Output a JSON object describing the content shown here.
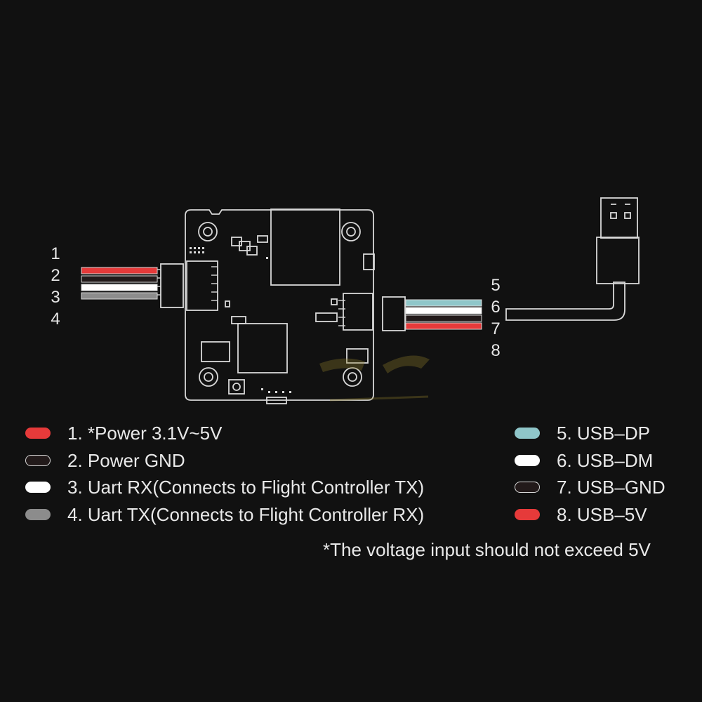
{
  "colors": {
    "background": "#111111",
    "outline": "#d8d8d8",
    "red": "#e63a3a",
    "black": "#221a1a",
    "white": "#ffffff",
    "gray": "#8c8c8c",
    "cyan": "#8fc6c9"
  },
  "left_pins": [
    "1",
    "2",
    "3",
    "4"
  ],
  "right_pins": [
    "5",
    "6",
    "7",
    "8"
  ],
  "legend_left": [
    {
      "label": "1. *Power 3.1V~5V",
      "color": "#e63a3a"
    },
    {
      "label": "2. Power GND",
      "color": "#221a1a"
    },
    {
      "label": "3. Uart RX(Connects to Flight Controller TX)",
      "color": "#ffffff"
    },
    {
      "label": "4. Uart TX(Connects to Flight Controller RX)",
      "color": "#8c8c8c"
    }
  ],
  "legend_right": [
    {
      "label": "5. USB–DP",
      "color": "#8fc6c9"
    },
    {
      "label": "6. USB–DM",
      "color": "#ffffff"
    },
    {
      "label": "7. USB–GND",
      "color": "#221a1a"
    },
    {
      "label": "8. USB–5V",
      "color": "#e63a3a"
    }
  ],
  "footnote": "*The voltage input should not exceed 5V"
}
